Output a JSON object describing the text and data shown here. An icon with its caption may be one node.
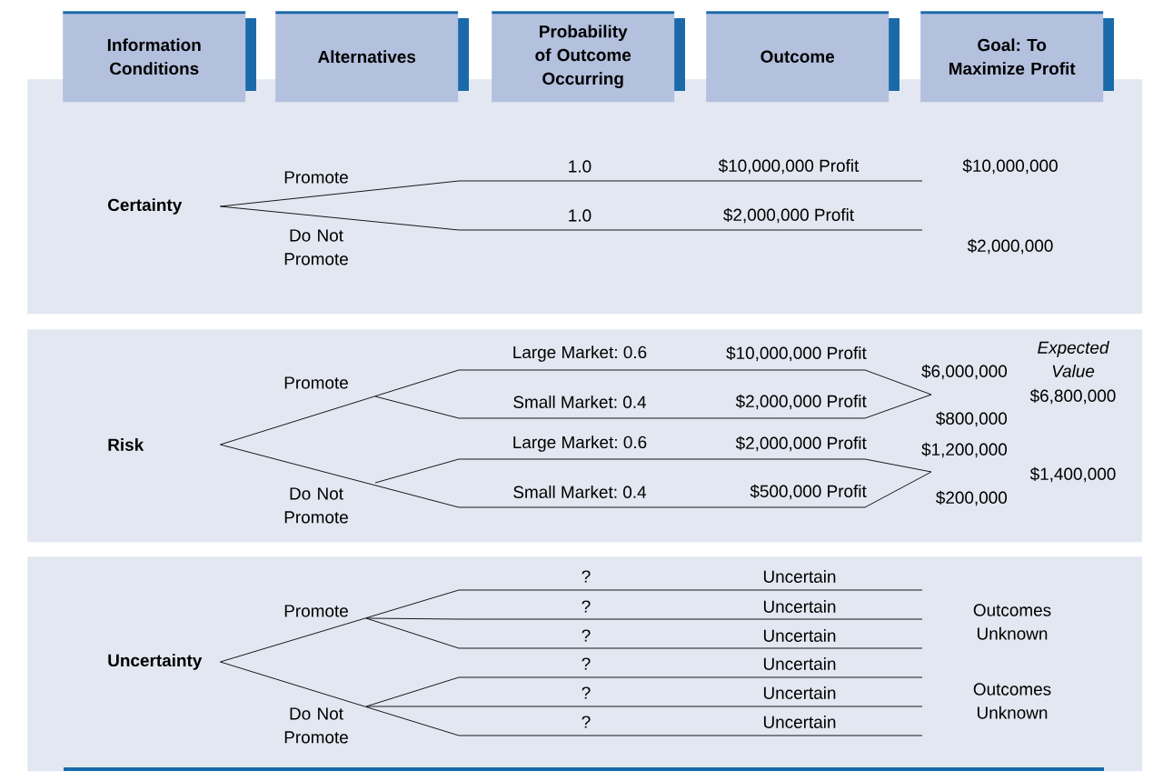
{
  "diagram": {
    "nodes": [
      {
        "text": [
          "Information Conditions"
        ]
      },
      {
        "text": [
          "Alternatives"
        ]
      },
      {
        "text": [
          "Probability of Outcome Occurring"
        ]
      },
      {
        "text": [
          "Outcome"
        ]
      },
      {
        "text": [
          "Goal: To Maximize Profit"
        ]
      },
      {
        "text": [],
        "shape": "box"
      },
      {
        "text": [
          "Certainty"
        ],
        "in": 5
      },
      {
        "text": [],
        "shape": "box"
      },
      {
        "text": [
          "Risk"
        ],
        "in": 7
      },
      {
        "text": [],
        "shape": "box"
      },
      {
        "text": [
          "Uncertainty"
        ],
        "in": 9
      }
    ],
    "edges": [
      {
        "from": 6,
        "to": null,
        "arrow": "none"
      },
      {
        "from": 6,
        "to": null,
        "arrow": "none"
      },
      {
        "from": 8,
        "to": null,
        "arrow": "none"
      },
      {
        "from": 8,
        "to": null,
        "arrow": "none"
      },
      {
        "from": 10,
        "to": null,
        "arrow": "none"
      },
      {
        "from": 10,
        "to": null,
        "arrow": "none"
      }
    ],
    "labels": [
      "1.0",
      "$10,000,000 Profit",
      "$10,000,000",
      "Promote",
      "1.0",
      "$2,000,000 Profit",
      "Do Not Promote",
      "$2,000,000",
      "Expected Value",
      "Large Market: 0.6",
      "$10,000,000 Profit",
      "Promote",
      "$6,000,000",
      "Small Market: 0.4",
      "$2,000,000 Profit",
      "$6,800,000",
      "$800,000",
      "Large Market: 0.6",
      "$2,000,000 Profit",
      "$1,200,000",
      "$1,400,000",
      "Small Market: 0.4",
      "$500,000 Profit",
      "Do Not Promote",
      "$200,000",
      "?",
      "Uncertain",
      "Promote",
      "?",
      "Uncertain",
      "Outcomes Unknown",
      "?",
      "Uncertain",
      "?",
      "Uncertain",
      "?",
      "Uncertain",
      "Outcomes Unknown",
      "Do Not Promote",
      "?",
      "Uncertain"
    ]
  }
}
